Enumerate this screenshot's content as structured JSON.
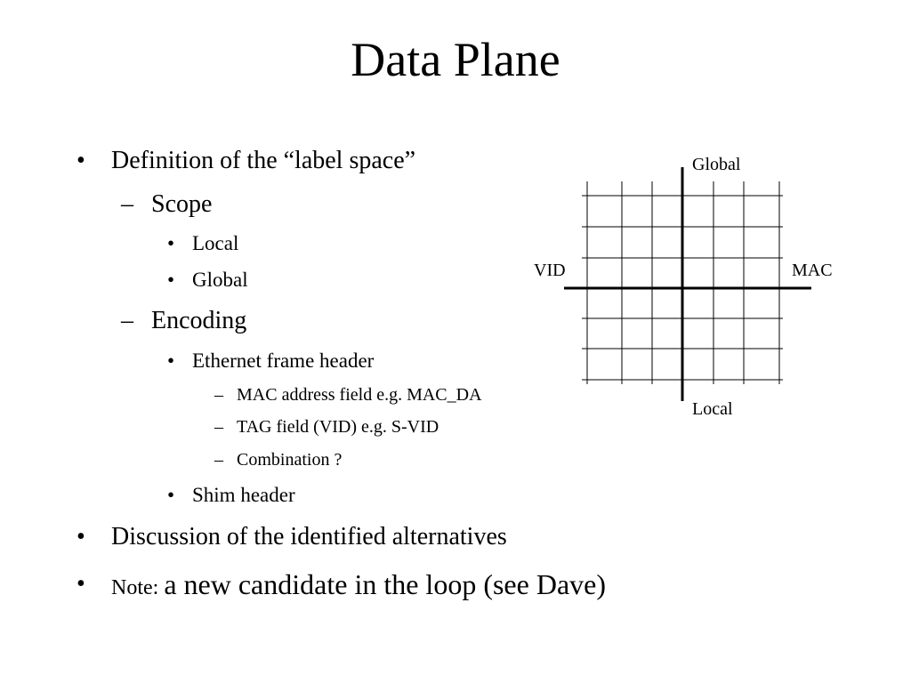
{
  "slide": {
    "title": "Data Plane",
    "bullets": {
      "b1": "Definition of the “label space”",
      "scope": "Scope",
      "local": "Local",
      "global": "Global",
      "encoding": "Encoding",
      "ethernet": "Ethernet frame header",
      "mac_field": "MAC address field e.g. MAC_DA",
      "tag_field": "TAG field (VID) e.g. S-VID",
      "combination": "Combination ?",
      "shim": "Shim header",
      "b2": "Discussion of the identified alternatives",
      "note_prefix": "Note: ",
      "note_text": "a new candidate in the loop (see Dave)"
    },
    "markers": {
      "level1": "•",
      "level2": "–",
      "level3": "•",
      "level4": "–"
    }
  },
  "diagram": {
    "label_top": "Global",
    "label_bottom": "Local",
    "label_left": "VID",
    "label_right": "MAC"
  }
}
